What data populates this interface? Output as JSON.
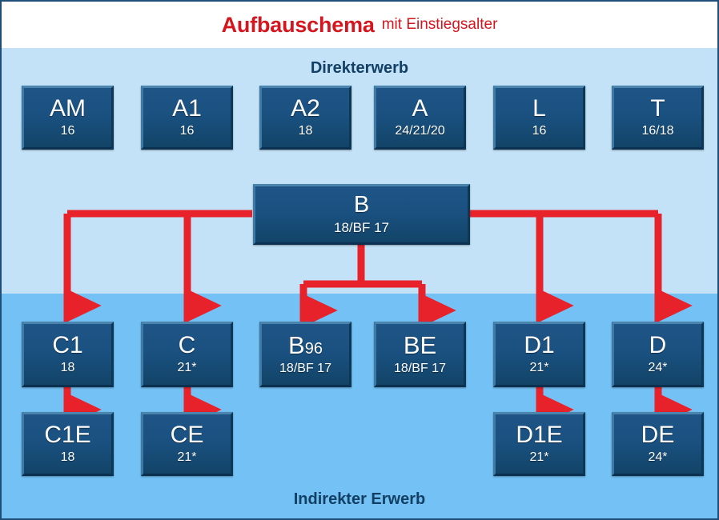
{
  "title": {
    "main": "Aufbauschema",
    "sub": "mit Einstiegsalter"
  },
  "sections": {
    "direct": "Direkterwerb",
    "indirect": "Indirekter Erwerb"
  },
  "colors": {
    "title_red": "#d5161e",
    "connector_red": "#e8222a",
    "box_navy": "#1a5181",
    "band_direct": "#c3e2f7",
    "band_indirect": "#74c2f5",
    "heading_navy": "#123f63",
    "border_navy": "#1f4e79"
  },
  "boxes": {
    "am": {
      "code": "AM",
      "code_sub": "",
      "age": "16"
    },
    "a1": {
      "code": "A1",
      "code_sub": "",
      "age": "16"
    },
    "a2": {
      "code": "A2",
      "code_sub": "",
      "age": "18"
    },
    "a": {
      "code": "A",
      "code_sub": "",
      "age": "24/21/20"
    },
    "l": {
      "code": "L",
      "code_sub": "",
      "age": "16"
    },
    "t": {
      "code": "T",
      "code_sub": "",
      "age": "16/18"
    },
    "b": {
      "code": "B",
      "code_sub": "",
      "age": "18/BF 17"
    },
    "c1": {
      "code": "C1",
      "code_sub": "",
      "age": "18"
    },
    "c": {
      "code": "C",
      "code_sub": "",
      "age": "21*"
    },
    "b96": {
      "code": "B",
      "code_sub": "96",
      "age": "18/BF 17"
    },
    "be": {
      "code": "BE",
      "code_sub": "",
      "age": "18/BF 17"
    },
    "d1": {
      "code": "D1",
      "code_sub": "",
      "age": "21*"
    },
    "d": {
      "code": "D",
      "code_sub": "",
      "age": "24*"
    },
    "c1e": {
      "code": "C1E",
      "code_sub": "",
      "age": "18"
    },
    "ce": {
      "code": "CE",
      "code_sub": "",
      "age": "21*"
    },
    "d1e": {
      "code": "D1E",
      "code_sub": "",
      "age": "21*"
    },
    "de": {
      "code": "DE",
      "code_sub": "",
      "age": "24*"
    }
  },
  "connections": [
    {
      "from": "b",
      "to": "c1"
    },
    {
      "from": "b",
      "to": "c"
    },
    {
      "from": "b",
      "to": "b96"
    },
    {
      "from": "b",
      "to": "be"
    },
    {
      "from": "b",
      "to": "d1"
    },
    {
      "from": "b",
      "to": "d"
    },
    {
      "from": "c1",
      "to": "c1e"
    },
    {
      "from": "c",
      "to": "ce"
    },
    {
      "from": "d1",
      "to": "d1e"
    },
    {
      "from": "d",
      "to": "de"
    }
  ]
}
